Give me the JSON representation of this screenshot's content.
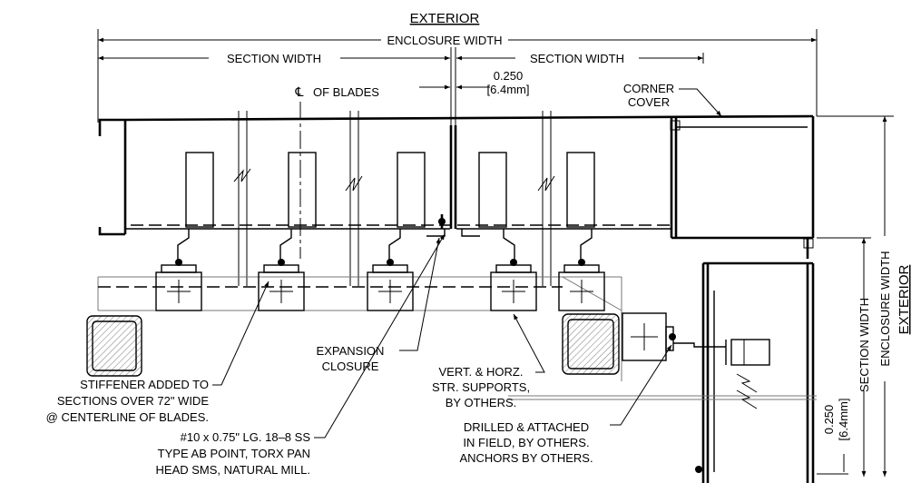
{
  "labels": {
    "exterior_top": "EXTERIOR",
    "enclosure_width_top": "ENCLOSURE WIDTH",
    "section_width_left": "SECTION WIDTH",
    "section_width_right": "SECTION WIDTH",
    "gap_dim": "0.250",
    "gap_dim_mm": "[6.4mm]",
    "cl_symbol": "℄",
    "cl_blades": "OF BLADES",
    "corner_cover_1": "CORNER",
    "corner_cover_2": "COVER",
    "expansion_1": "EXPANSION",
    "expansion_2": "CLOSURE",
    "stiffener_1": "STIFFENER ADDED TO",
    "stiffener_2": "SECTIONS OVER 72\" WIDE",
    "stiffener_3": "@ CENTERLINE OF BLADES.",
    "screw_1": "#10 x 0.75\" LG. 18–8 SS",
    "screw_2": "TYPE AB POINT, TORX PAN",
    "screw_3": "HEAD SMS, NATURAL MILL.",
    "supports_1": "VERT. & HORZ.",
    "supports_2": "STR. SUPPORTS,",
    "supports_3": "BY OTHERS.",
    "drilled_1": "DRILLED & ATTACHED",
    "drilled_2": "IN FIELD, BY OTHERS.",
    "drilled_3": "ANCHORS BY OTHERS.",
    "exterior_side": "EXTERIOR",
    "enclosure_width_side": "ENCLOSURE WIDTH",
    "section_width_side": "SECTION WIDTH",
    "gap_dim_side": "0.250",
    "gap_dim_mm_side": "[6.4mm]"
  }
}
